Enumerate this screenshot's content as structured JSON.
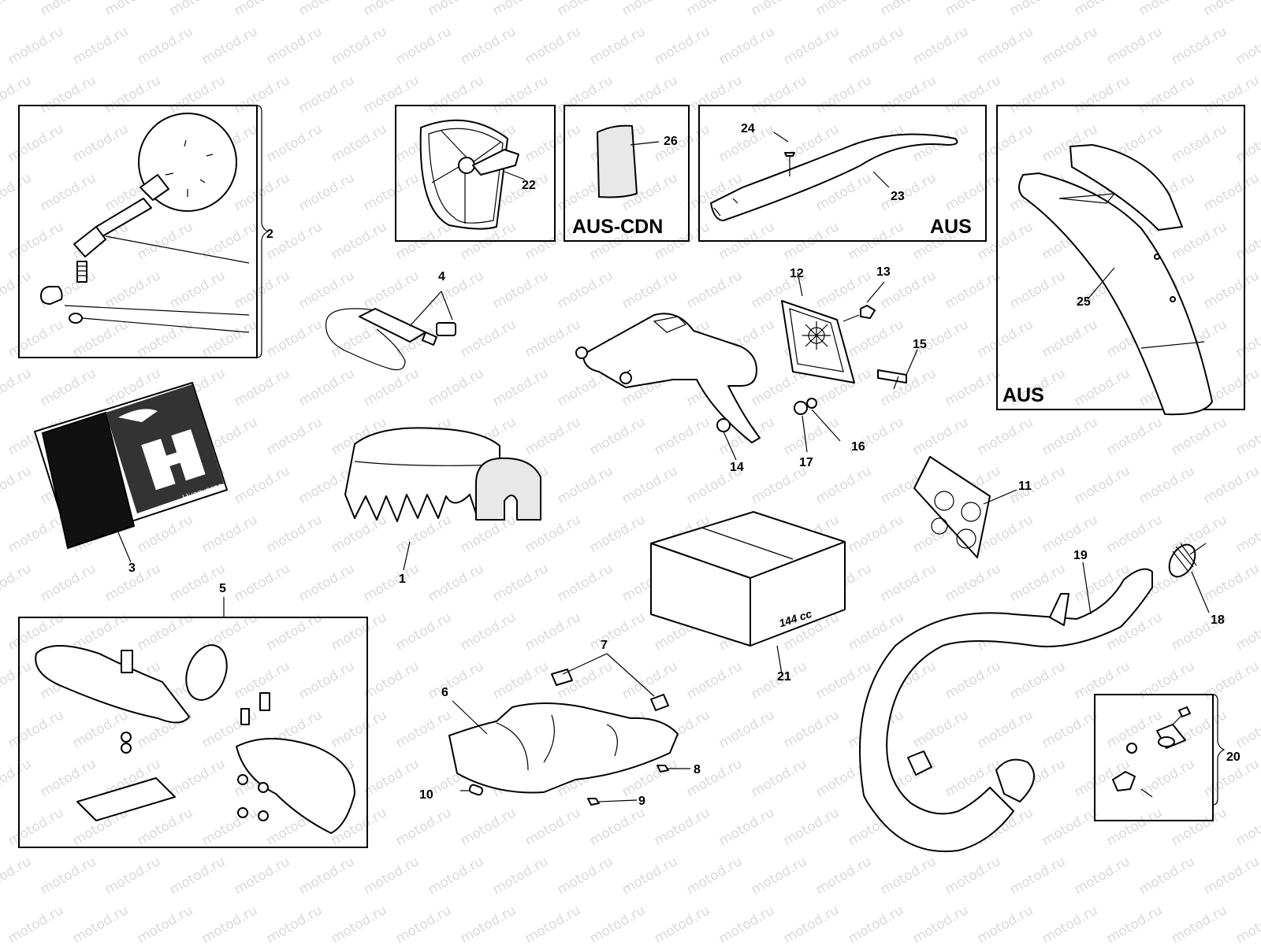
{
  "watermark": "motod.ru",
  "region_tags": {
    "aus_cdn": "AUS-CDN",
    "aus_fender_bracket": "AUS",
    "aus_rear_fender": "AUS"
  },
  "callouts": {
    "c1": "1",
    "c2": "2",
    "c3": "3",
    "c4": "4",
    "c5": "5",
    "c6": "6",
    "c7": "7",
    "c8": "8",
    "c9": "9",
    "c10": "10",
    "c11": "11",
    "c12": "12",
    "c13": "13",
    "c14": "14",
    "c15": "15",
    "c16": "16",
    "c17": "17",
    "c18": "18",
    "c19": "19",
    "c20": "20",
    "c21": "21",
    "c22": "22",
    "c23": "23",
    "c24": "24",
    "c25": "25",
    "c26": "26"
  },
  "box_21_label": "144 cc",
  "manual_logo": "Husqvarna"
}
